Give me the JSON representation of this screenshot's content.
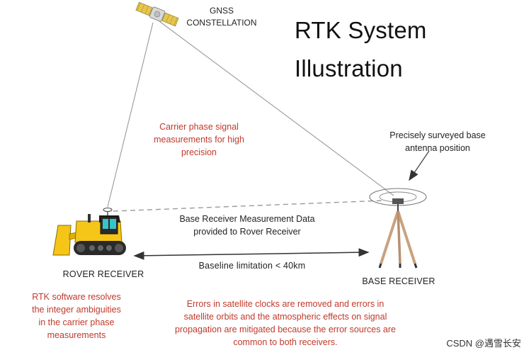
{
  "title_line1": "RTK System",
  "title_line2": "Illustration",
  "gnss_label_line1": "GNSS",
  "gnss_label_line2": "CONSTELLATION",
  "carrier_phase_note": [
    "Carrier phase signal",
    "measurements for high",
    "precision"
  ],
  "base_position_note": [
    "Precisely surveyed base",
    "antenna position"
  ],
  "data_link_note": [
    "Base Receiver Measurement Data",
    "provided to Rover Receiver"
  ],
  "baseline_note": "Baseline limitation < 40km",
  "rover_label": "ROVER RECEIVER",
  "base_label": "BASE RECEIVER",
  "rtk_software_note": [
    "RTK software resolves",
    "the integer ambiguities",
    "in the carrier phase",
    "measurements"
  ],
  "errors_note": [
    "Errors in satellite clocks are removed and errors in",
    "satellite orbits and the atmospheric effects on signal",
    "propagation are mitigated because the error sources are",
    "common to both receivers."
  ],
  "watermark": "CSDN @遇雪长安",
  "colors": {
    "note_red": "#c0392b",
    "bulldozer_yellow": "#f5c518",
    "tripod_tan": "#c9a27e",
    "line_gray": "#8a8a8a"
  },
  "icons": [
    "satellite-icon",
    "bulldozer-icon",
    "tripod-antenna-icon"
  ]
}
